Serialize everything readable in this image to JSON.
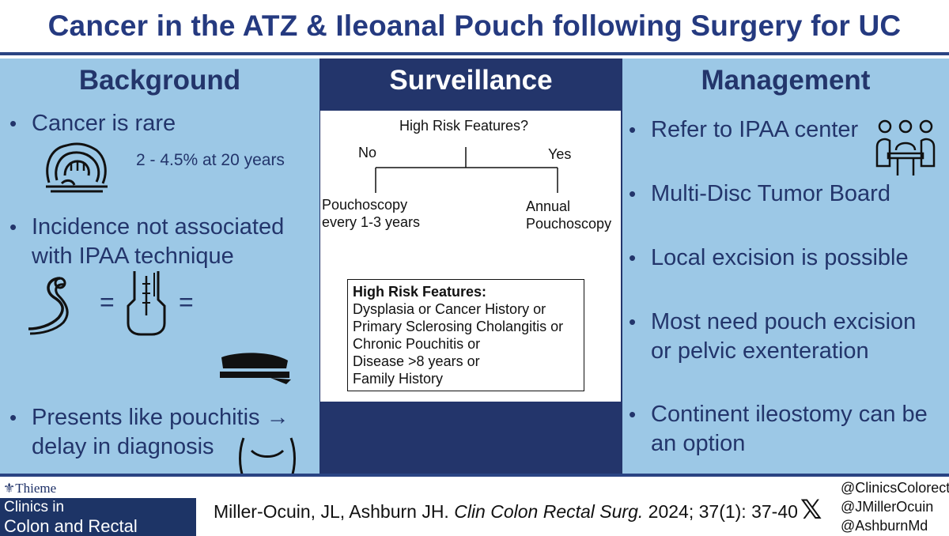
{
  "title": "Cancer in the ATZ & Ileoanal Pouch following Surgery for UC",
  "background": {
    "heading": "Background",
    "bullet_char": "•",
    "items": [
      "Cancer is rare",
      "Incidence not associated",
      "with IPAA technique",
      "Presents like pouchitis →",
      "delay in diagnosis"
    ],
    "rate_note": "2 - 4.5% at 20 years",
    "equals": "="
  },
  "surveillance": {
    "heading": "Surveillance",
    "question": "High Risk Features?",
    "no_label": "No",
    "yes_label": "Yes",
    "no_outcome_1": "Pouchoscopy",
    "no_outcome_2": "every 1-3 years",
    "yes_outcome_1": "Annual",
    "yes_outcome_2": "Pouchoscopy",
    "box_title": "High Risk Features:",
    "box_lines": [
      "Dysplasia or Cancer History or",
      "Primary Sclerosing Cholangitis or",
      "Chronic Pouchitis or",
      "Disease >8 years or",
      "Family History"
    ]
  },
  "management": {
    "heading": "Management",
    "items": [
      "Refer to IPAA center",
      "Multi-Disc Tumor Board",
      "Local excision is possible",
      "Most need pouch excision",
      "or pelvic exenteration",
      "Continent ileostomy can be",
      "an option"
    ]
  },
  "footer": {
    "publisher": "Thieme",
    "journal_line1": "Clinics in",
    "journal_line2": "Colon and Rectal Surgery",
    "citation_authors": "Miller-Ocuin, JL, Ashburn JH. ",
    "citation_journal": "Clin Colon Rectal Surg.",
    "citation_details": " 2024; 37(1): 37-40",
    "x_logo": "𝕏",
    "handles": [
      "@ClinicsColorect",
      "@JMillerOcuin",
      "@AshburnMd"
    ]
  },
  "colors": {
    "navy": "#23356b",
    "light_blue": "#9cc8e6",
    "white": "#ffffff"
  }
}
